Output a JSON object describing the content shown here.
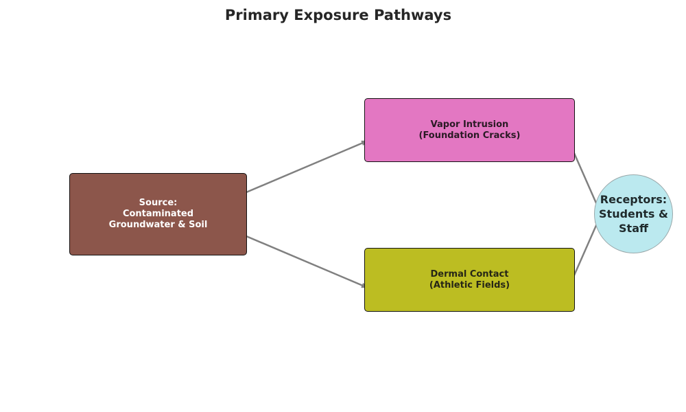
{
  "title": "Primary Exposure Pathways",
  "nodes": {
    "source": {
      "label": "Source:\nContaminated\nGroundwater & Soil",
      "color": "#8c564b"
    },
    "vapor": {
      "label": "Vapor Intrusion\n(Foundation Cracks)",
      "color": "#e377c2"
    },
    "dermal": {
      "label": "Dermal Contact\n(Athletic Fields)",
      "color": "#bcbd22"
    },
    "receptor": {
      "label": "Receptors:\nStudents &\nStaff",
      "color": "#bbe9ef"
    }
  },
  "edges": [
    {
      "from": "source",
      "to": "vapor"
    },
    {
      "from": "source",
      "to": "dermal"
    },
    {
      "from": "vapor",
      "to": "receptor"
    },
    {
      "from": "dermal",
      "to": "receptor"
    }
  ],
  "edge_color": "#808080"
}
